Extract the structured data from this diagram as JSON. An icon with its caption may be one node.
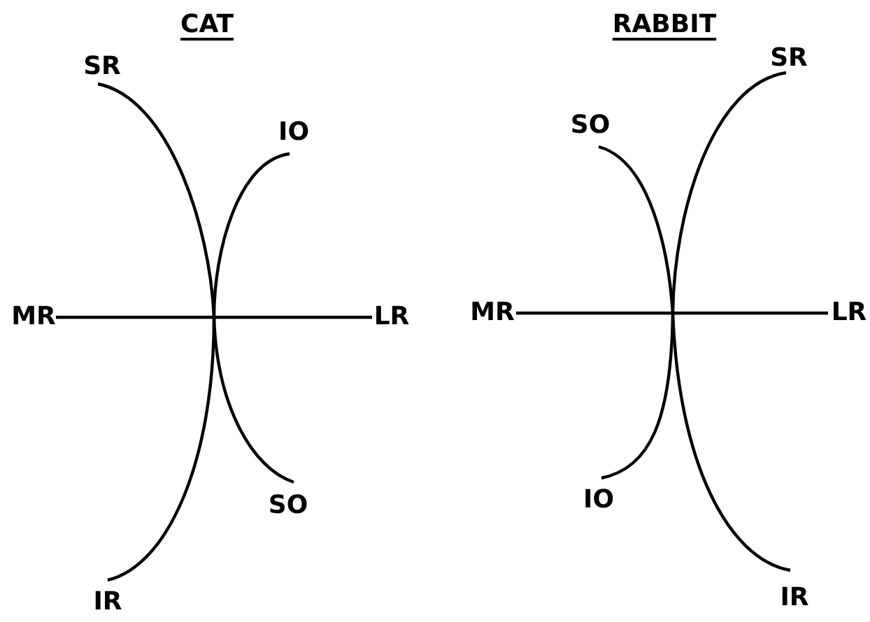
{
  "diagram": {
    "nodes": [
      {
        "text": [
          "SR"
        ]
      },
      {
        "text": [
          "IO"
        ]
      },
      {
        "text": [
          "MR"
        ]
      },
      {
        "text": [
          "LR"
        ]
      },
      {
        "text": [
          "SO"
        ]
      },
      {
        "text": [
          "IR"
        ]
      },
      {
        "text": [
          "SR"
        ]
      },
      {
        "text": [
          "SO"
        ]
      },
      {
        "text": [
          "MR"
        ]
      },
      {
        "text": [
          "LR"
        ]
      },
      {
        "text": [
          "IO"
        ]
      },
      {
        "text": [
          "IR"
        ]
      }
    ],
    "edges": [
      {
        "from": 0,
        "to": 4,
        "arrow": "none"
      },
      {
        "from": 1,
        "to": 5,
        "arrow": "none"
      },
      {
        "from": 2,
        "to": 3,
        "arrow": "none"
      },
      {
        "from": 7,
        "to": 11,
        "arrow": "none"
      },
      {
        "from": 6,
        "to": 10,
        "arrow": "none"
      },
      {
        "from": 8,
        "to": 9,
        "arrow": "none"
      }
    ],
    "labels": [
      "CAT",
      "RABBIT"
    ]
  }
}
